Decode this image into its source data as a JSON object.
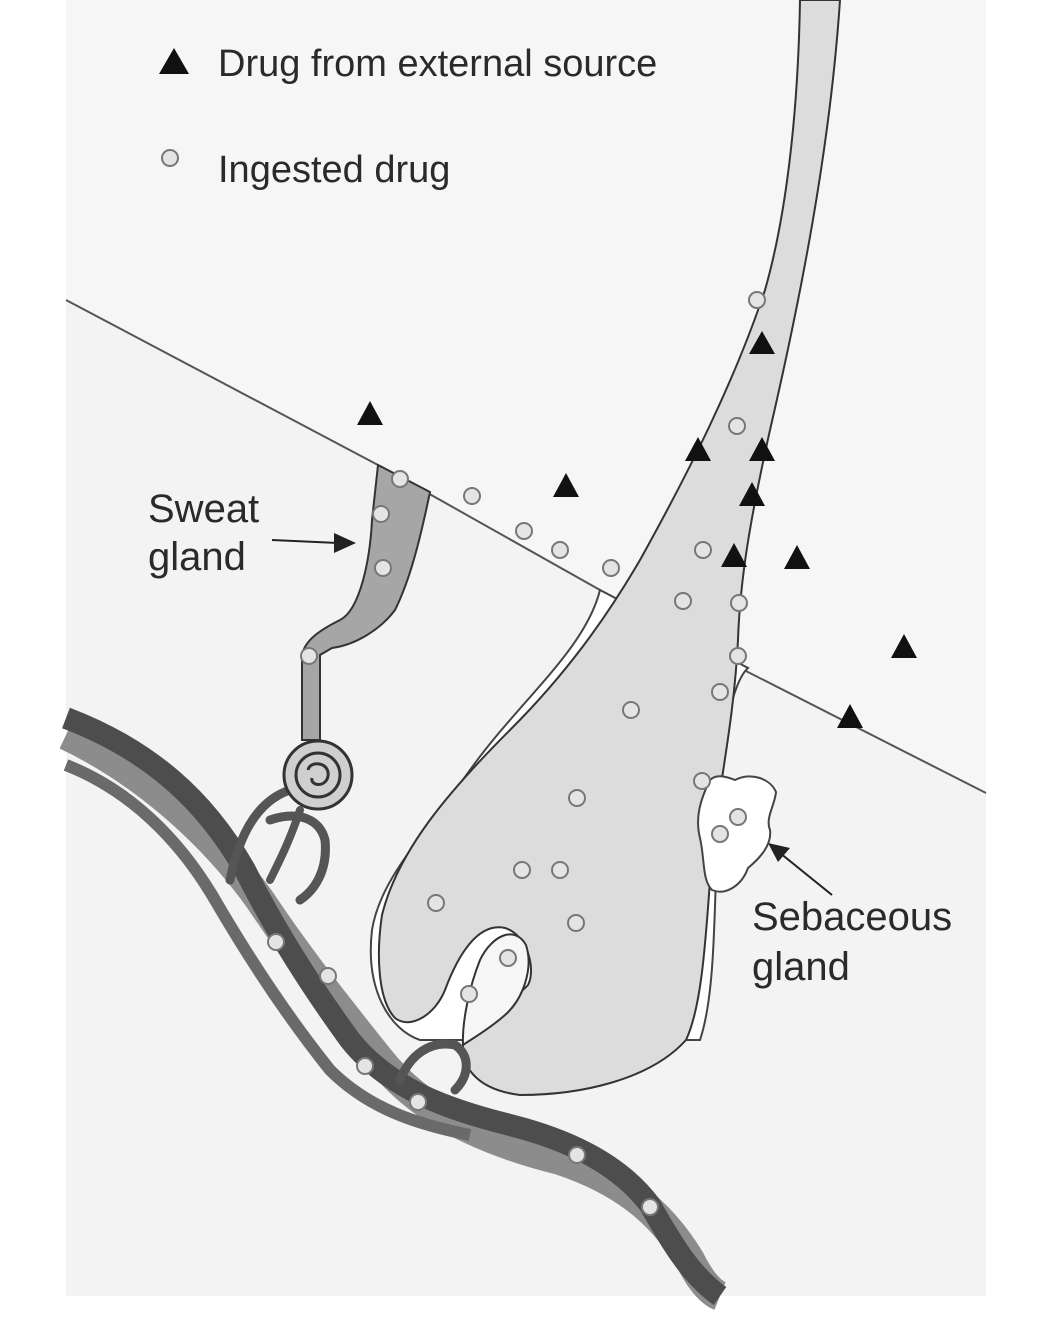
{
  "legend": {
    "external_label": "Drug from external source",
    "ingested_label": "Ingested drug",
    "external_icon": "triangle-marker",
    "ingested_icon": "circle-marker"
  },
  "labels": {
    "sweat_line1": "Sweat",
    "sweat_line2": "gland",
    "sebaceous_line1": "Sebaceous",
    "sebaceous_line2": "gland"
  },
  "colors": {
    "background": "#f3f3f3",
    "hair": "#dcdcdc",
    "sweat_duct": "#a6a6a6",
    "vessel_dark": "#4d4d4d",
    "vessel_light": "#8c8c8c",
    "marker_external": "#111111",
    "marker_ingested": "#e4e4e4"
  }
}
